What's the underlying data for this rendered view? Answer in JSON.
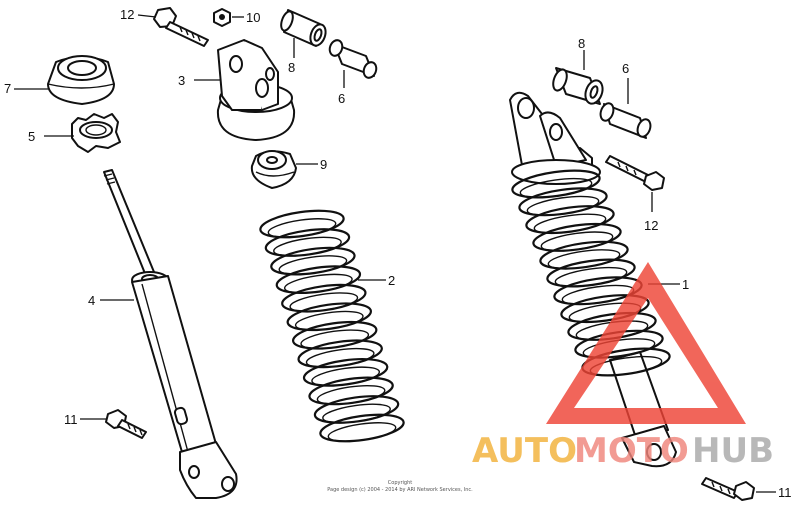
{
  "callouts": {
    "c12_left": "12",
    "c10": "10",
    "c8_left": "8",
    "c6_left": "6",
    "c7": "7",
    "c3": "3",
    "c5": "5",
    "c9": "9",
    "c4": "4",
    "c2": "2",
    "c11_left": "11",
    "c8_right": "8",
    "c6_right": "6",
    "c12_right": "12",
    "c1": "1",
    "c11_right": "11"
  },
  "copyright": {
    "line1": "Copyright",
    "line2": "Page design (c) 2004 - 2014 by ARI Network Services, Inc."
  },
  "watermark": {
    "word_a": "AUTO",
    "word_b": "MOTO",
    "word_c": "HUB",
    "color_a": "#f2b23a",
    "color_b": "#f0867c",
    "color_c": "#a9a9a9",
    "triangle_color": "#ee4436"
  }
}
